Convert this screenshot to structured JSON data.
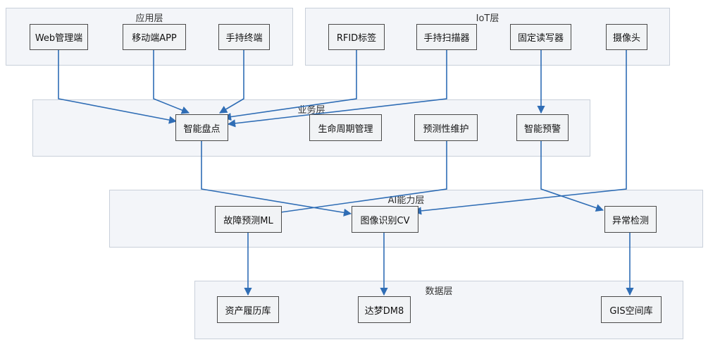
{
  "layers": {
    "app": "应用层",
    "iot": "IoT层",
    "business": "业务层",
    "ai": "AI能力层",
    "data": "数据层"
  },
  "nodes": {
    "web": "Web管理端",
    "mobile_app": "移动端APP",
    "handheld_terminal": "手持终端",
    "rfid": "RFID标签",
    "handheld_scanner": "手持扫描器",
    "fixed_reader": "固定读写器",
    "camera": "摄像头",
    "smart_inventory": "智能盘点",
    "lifecycle": "生命周期管理",
    "predictive_maintenance": "预测性维护",
    "smart_alert": "智能预警",
    "fault_prediction": "故障预测ML",
    "image_recognition": "图像识别CV",
    "anomaly_detection": "异常检测",
    "asset_history": "资产履历库",
    "dameng": "达梦DM8",
    "gis": "GIS空间库"
  },
  "colors": {
    "edge": "#2f6db5",
    "layer_bg": "#f3f5f9",
    "node_bg": "#f1f3f5"
  }
}
